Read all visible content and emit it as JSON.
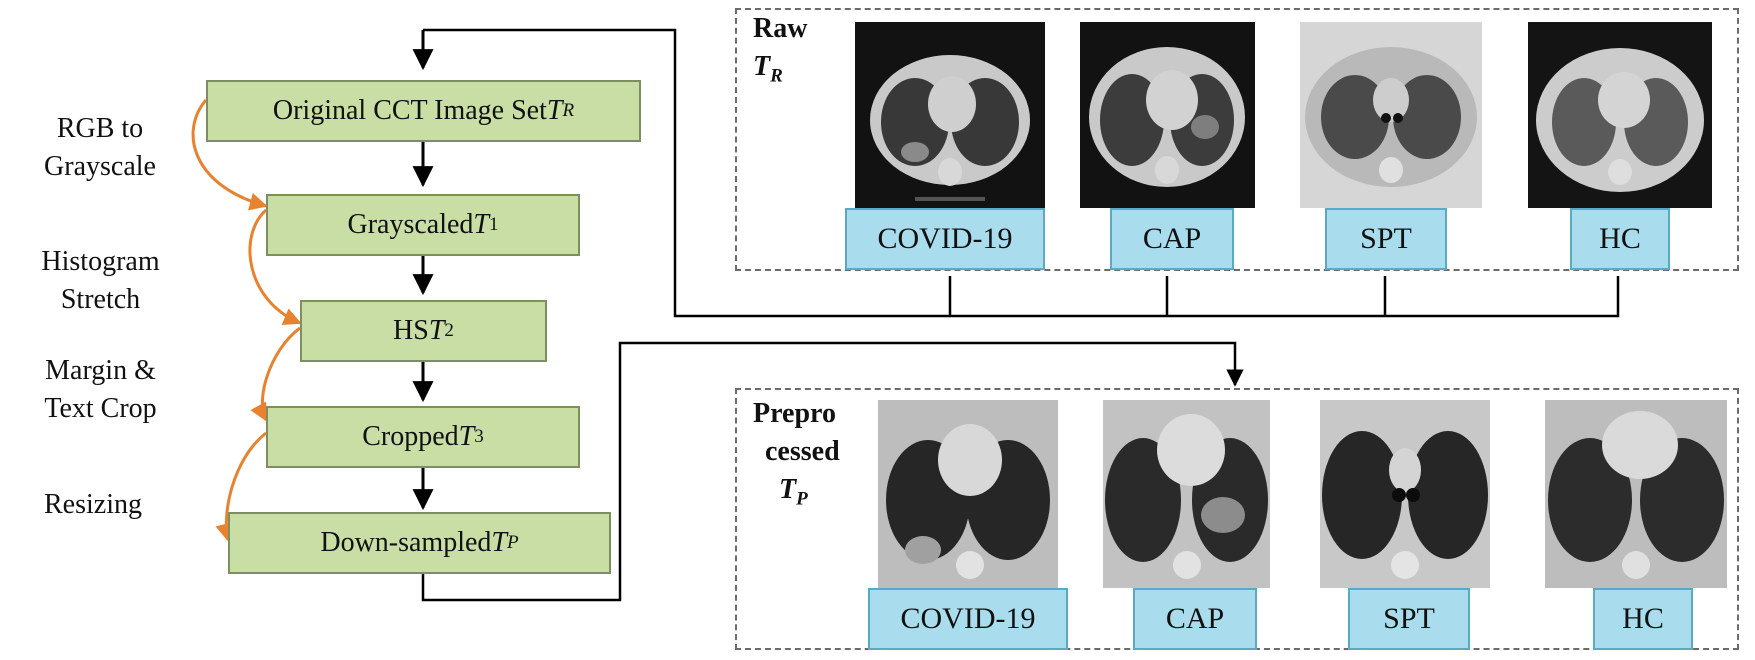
{
  "steps": [
    {
      "text": "Original CCT Image Set ",
      "sym": "T",
      "sub": "R"
    },
    {
      "text": "Grayscaled ",
      "sym": "T",
      "sub": "1"
    },
    {
      "text": "HS  ",
      "sym": "T",
      "sub": "2"
    },
    {
      "text": "Cropped ",
      "sym": "T",
      "sub": "3"
    },
    {
      "text": "Down-sampled ",
      "sym": "T",
      "sub": "P"
    }
  ],
  "operations": [
    {
      "line1": "RGB to",
      "line2": "Grayscale"
    },
    {
      "line1": "Histogram",
      "line2": "Stretch"
    },
    {
      "line1": "Margin &",
      "line2": "Text Crop"
    },
    {
      "line1": "Resizing",
      "line2": ""
    }
  ],
  "raw_panel": {
    "title1": "Raw",
    "sym": "T",
    "sub": "R"
  },
  "pre_panel": {
    "title1": "Prepro",
    "title2": "cessed",
    "sym": "T",
    "sub": "P"
  },
  "classes": [
    "COVID-19",
    "CAP",
    "SPT",
    "HC"
  ],
  "colors": {
    "step_fill": "#c8dea4",
    "class_fill": "#a9dcec",
    "curve": "#e8822e",
    "wire": "#000000"
  }
}
